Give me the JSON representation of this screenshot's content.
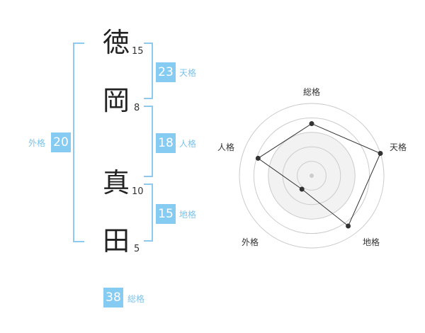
{
  "name": {
    "chars": [
      {
        "char": "徳",
        "strokes": "15"
      },
      {
        "char": "岡",
        "strokes": "8"
      },
      {
        "char": "真",
        "strokes": "10"
      },
      {
        "char": "田",
        "strokes": "5"
      }
    ]
  },
  "scores": {
    "tenkaku": {
      "value": "23",
      "label": "天格"
    },
    "jinkaku": {
      "value": "18",
      "label": "人格"
    },
    "chikaku": {
      "value": "15",
      "label": "地格"
    },
    "gaikaku": {
      "value": "20",
      "label": "外格"
    },
    "soukaku": {
      "value": "38",
      "label": "総格"
    }
  },
  "chart_data": {
    "type": "radar",
    "axes": [
      "総格",
      "天格",
      "地格",
      "外格",
      "人格"
    ],
    "rings": 5,
    "values": [
      0.72,
      1.0,
      0.86,
      0.23,
      0.78
    ],
    "colors": {
      "area": "#f0f0f0",
      "grid": "#cccccc",
      "line": "#333333",
      "point": "#333333"
    }
  },
  "colors": {
    "accent": "#86ccf2",
    "bracket": "#8ec9ef",
    "label": "#7cc3ea"
  }
}
